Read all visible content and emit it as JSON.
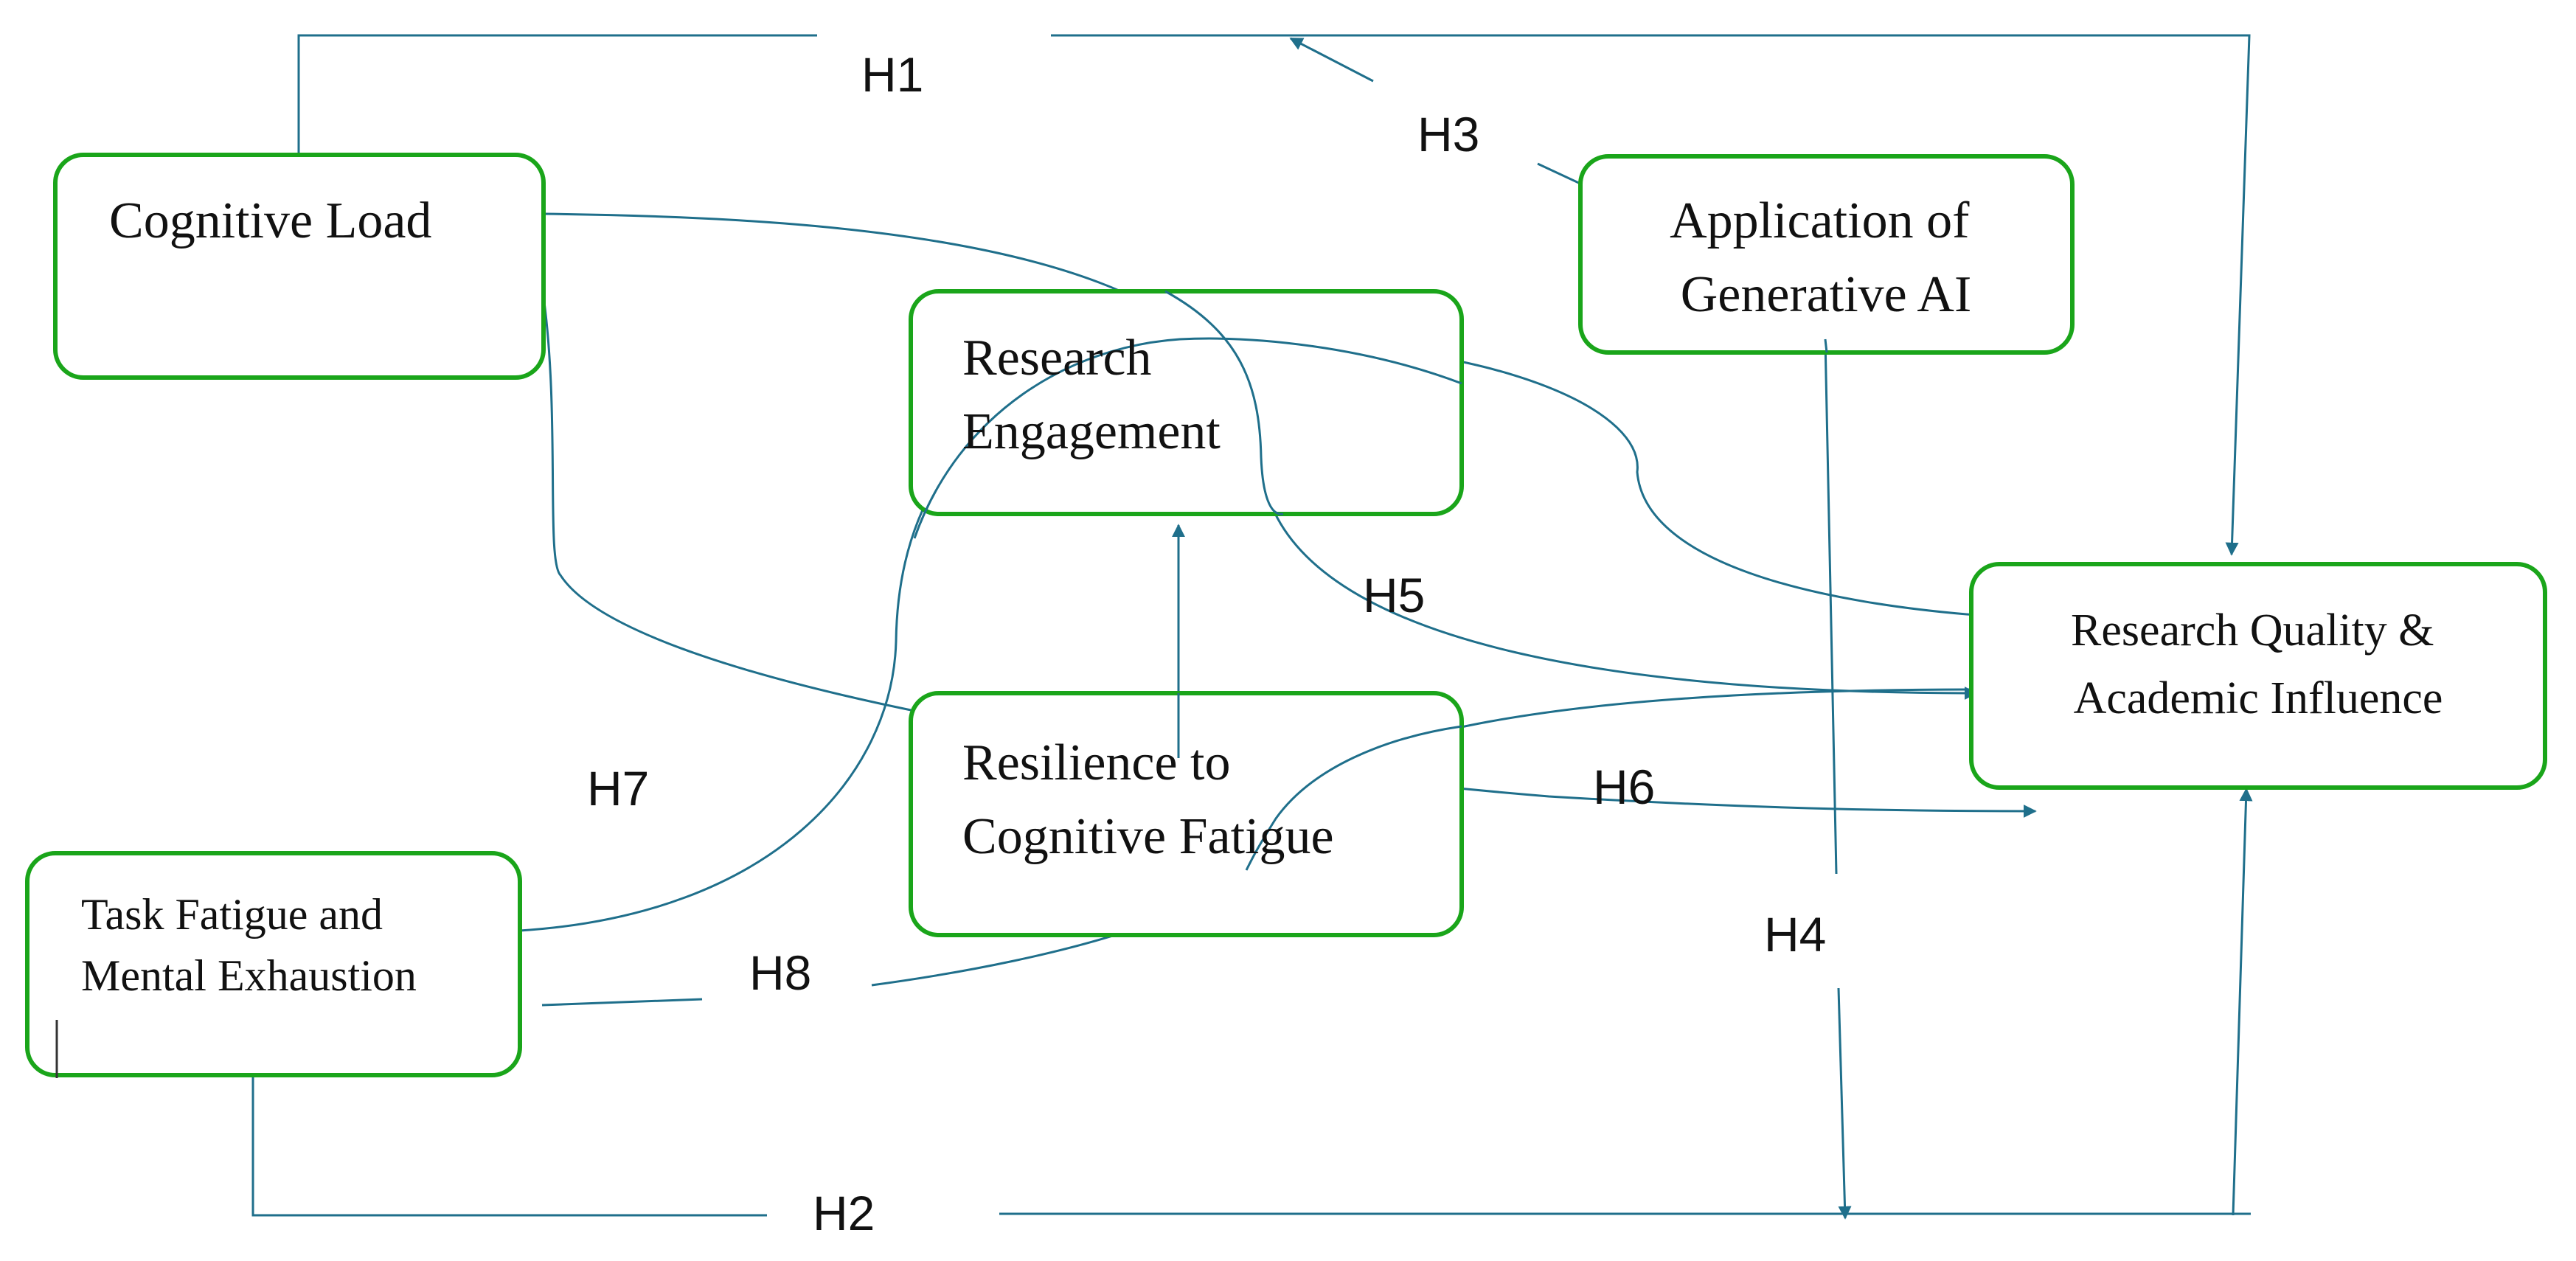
{
  "colors": {
    "box_border": "#1aa51a",
    "arrow": "#1f6f8b",
    "text": "#111111"
  },
  "nodes": {
    "cognitive_load": {
      "lines": [
        "Cognitive Load"
      ]
    },
    "research_engagement": {
      "lines": [
        "Research",
        "Engagement"
      ]
    },
    "application_ai": {
      "lines": [
        "Application of",
        "Generative AI"
      ]
    },
    "research_quality": {
      "lines": [
        "Research Quality &",
        "Academic Influence"
      ]
    },
    "resilience": {
      "lines": [
        "Resilience to",
        "Cognitive Fatigue"
      ]
    },
    "task_fatigue": {
      "lines": [
        "Task Fatigue and",
        "Mental Exhaustion"
      ]
    }
  },
  "hypotheses": {
    "h1": "H1",
    "h2": "H2",
    "h3": "H3",
    "h4": "H4",
    "h5": "H5",
    "h6": "H6",
    "h7": "H7",
    "h8": "H8"
  }
}
